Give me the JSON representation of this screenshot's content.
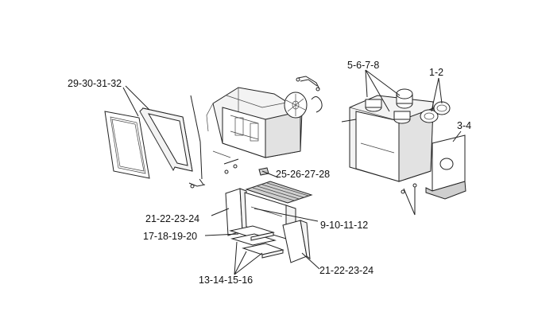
{
  "labels": {
    "door_frame": "29-30-31-32",
    "inner_casing": "5-6-7-8",
    "collars": "1-2",
    "side_plate": "3-4",
    "baffle": "25-26-27-28",
    "side_liner_left": "21-22-23-24",
    "rear_liner": "9-10-11-12",
    "bottom_liner": "17-18-19-20",
    "side_liner_right": "21-22-23-24",
    "floor_bricks": "13-14-15-16"
  }
}
